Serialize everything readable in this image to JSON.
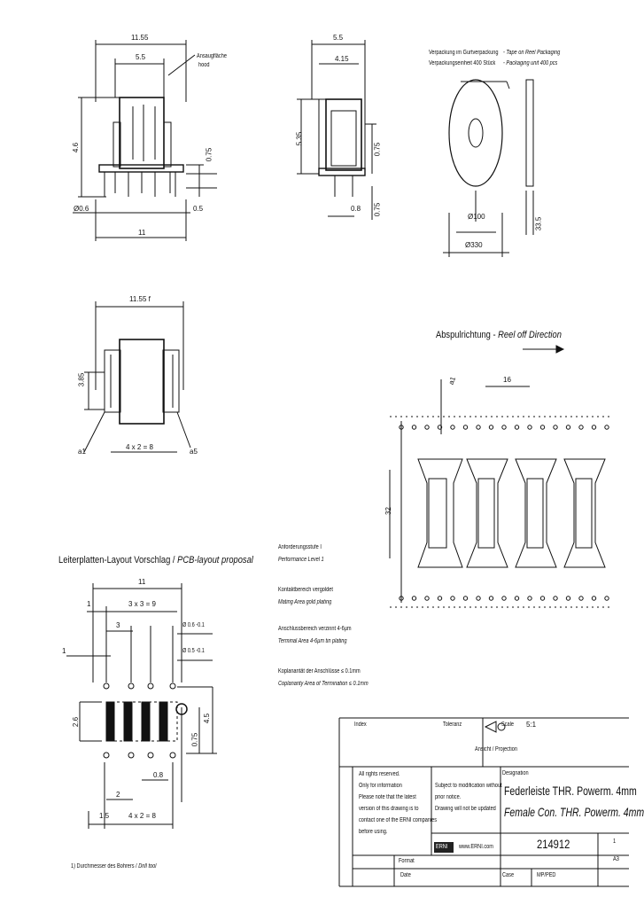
{
  "drawing": {
    "side_view": {
      "overall_width": "11.55",
      "pitch_offset": "5.5",
      "height": "4.6",
      "pin_offset": "0.75",
      "pin_dia": "Ø0.6",
      "pin_gap": "0.5",
      "span": "11",
      "suction_label_de": "Ansaugfläche",
      "suction_label_en": "hood"
    },
    "end_view": {
      "width": "5.5",
      "inner_width": "4.15",
      "height": "5.35",
      "pin_offset": "0.75",
      "foot": "0.8",
      "bottom_offset": "0.75"
    },
    "packaging": {
      "line1_de": "Verpackung im Gurtverpackung",
      "line1_en": "- Tape on Reel Packaging",
      "line2_de": "Verpackungseinheit 400 Stück",
      "line2_en": "- Packaging unit 400 pcs",
      "hub_dia": "Ø100",
      "reel_dia": "Ø330",
      "reel_width": "33.5"
    },
    "top_view": {
      "width": "11.55 f",
      "depth": "3.85",
      "pitch": "4 x 2 = 8",
      "label_a1": "a1",
      "label_a5": "a5"
    },
    "reel_off": {
      "title_de": "Abspulrichtung -",
      "title_en": "Reel off Direction",
      "label_a1": "a1",
      "pitch": "16",
      "tape_width": "32"
    },
    "pcb": {
      "title_de": "Leiterplatten-Layout Vorschlag /",
      "title_en": "PCB-layout proposal",
      "span": "11",
      "offset": "1",
      "pitch_total": "3 x 3 = 9",
      "pitch": "3",
      "hole_small": "Ø 0.6 -0.1",
      "hole_small2": "Ø 0.5 -0.1",
      "dim_1": "1",
      "pad_width": "2.6",
      "dim_45": "4.5",
      "dim_075": "0.75",
      "dim_08": "0.8",
      "dim_2": "2",
      "dim_15": "1.5",
      "bottom_pitch": "4 x 2 = 8",
      "footnote_de": "1) Durchmesser des Bohrers /",
      "footnote_en": "Drill tool"
    },
    "notes": [
      {
        "de": "Anforderungsstufe I",
        "en": "Performance Level 1"
      },
      {
        "de": "Kontaktbereich vergoldet",
        "en": "Mating Area gold plating"
      },
      {
        "de": "Anschlussbereich verzinnt 4-6µm",
        "en": "Terminal Area 4-6µm tin plating"
      },
      {
        "de": "Koplanarität der Anschlüsse ≤ 0.1mm",
        "en": "Coplanarity Area of Termination ≤ 0.1mm"
      }
    ]
  },
  "title_block": {
    "tolerance_label": "Toleranz",
    "scale_label": "Scale",
    "scale_value": "5:1",
    "projection_label": "Ansicht / Projection",
    "designation_label": "Designation",
    "title_de": "Federleiste THR. Powerm. 4mm",
    "title_en": "Female Con. THR. Powerm. 4mm",
    "rights_1": "All rights reserved.",
    "rights_2": "Only for information",
    "rights_3": "Please note that the latest",
    "rights_4": "version of this drawing is to",
    "rights_5": "contact one of the ERNI companies",
    "rights_6": "before using.",
    "subject_1": "Subject to modification without",
    "subject_2": "prior notice.",
    "subject_3": "Drawing will not be updated",
    "logo": "ERNI",
    "website": "www.ERNI.com",
    "part_number": "214912",
    "sheet": "1",
    "sheet_size": "A3",
    "format_label": "Format",
    "date_label": "Date",
    "case_label": "Case",
    "status": "MP/PED",
    "revision_label": "Index"
  }
}
